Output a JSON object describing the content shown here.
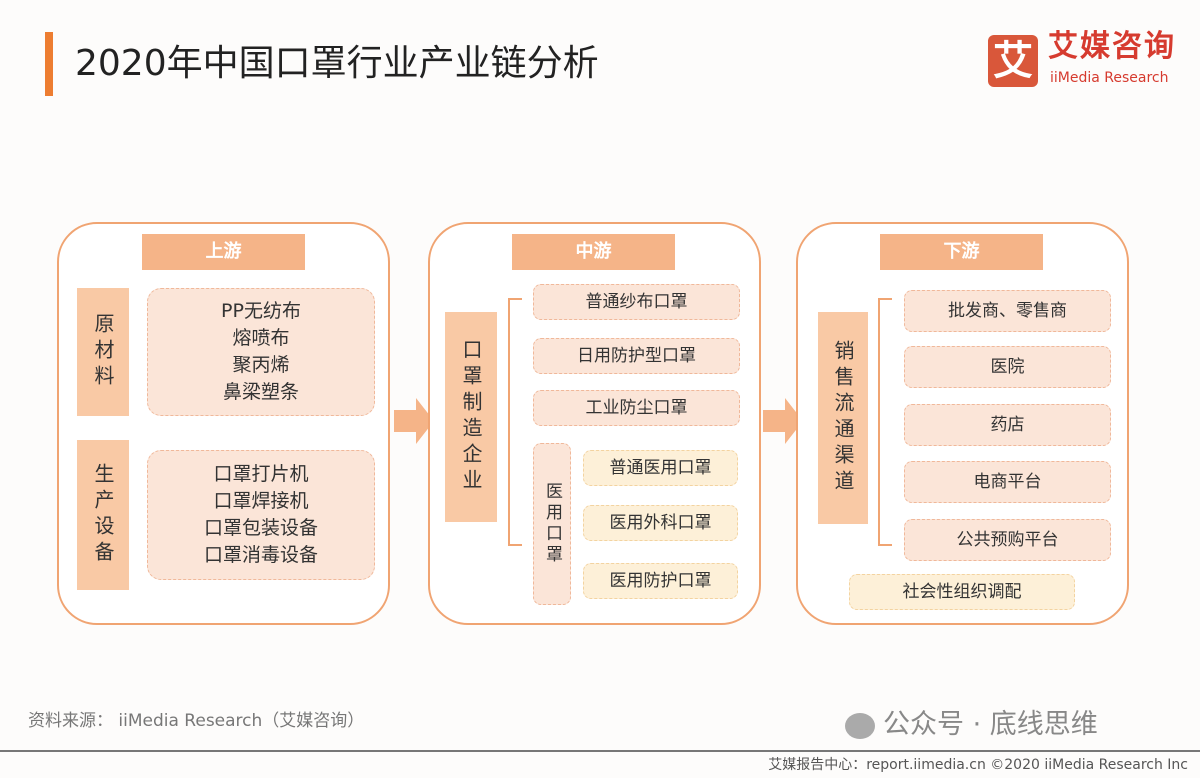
{
  "title": "2020年中国口罩行业产业链分析",
  "logo": {
    "mark": "艾",
    "cn": "艾媒咨询",
    "en": "iiMedia Research"
  },
  "upstream": {
    "header": "上游",
    "raw_label": "原材料",
    "raw_items": [
      "PP无纺布",
      "熔喷布",
      "聚丙烯",
      "鼻梁塑条"
    ],
    "equip_label": "生产设备",
    "equip_items": [
      "口罩打片机",
      "口罩焊接机",
      "口罩包装设备",
      "口罩消毒设备"
    ]
  },
  "midstream": {
    "header": "中游",
    "label": "口罩制造企业",
    "items": [
      "普通纱布口罩",
      "日用防护型口罩",
      "工业防尘口罩"
    ],
    "medical_label": "医用口罩",
    "medical_items": [
      "普通医用口罩",
      "医用外科口罩",
      "医用防护口罩"
    ]
  },
  "downstream": {
    "header": "下游",
    "label": "销售流通渠道",
    "items": [
      "批发商、零售商",
      "医院",
      "药店",
      "电商平台",
      "公共预购平台"
    ],
    "extra": "社会性组织调配"
  },
  "source": "资料来源：  iiMedia Research（艾媒咨询）",
  "watermark": "公众号 · 底线思维",
  "footer": "艾媒报告中心：report.iimedia.cn  ©2020  iiMedia Research Inc"
}
